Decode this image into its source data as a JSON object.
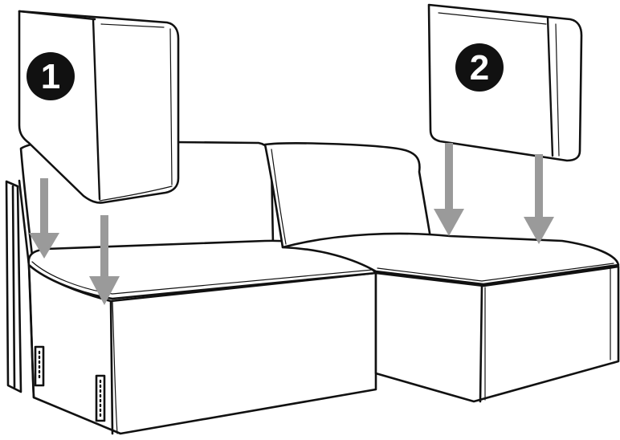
{
  "diagram": {
    "steps": [
      {
        "number": "1",
        "part": "backrest-cushion-left"
      },
      {
        "number": "2",
        "part": "backrest-cushion-right"
      }
    ],
    "colors": {
      "outline": "#111111",
      "fill": "#ffffff",
      "arrow": "#9a9a9a",
      "badge": "#111111",
      "badge_text": "#ffffff"
    },
    "arrow_count": 4
  }
}
